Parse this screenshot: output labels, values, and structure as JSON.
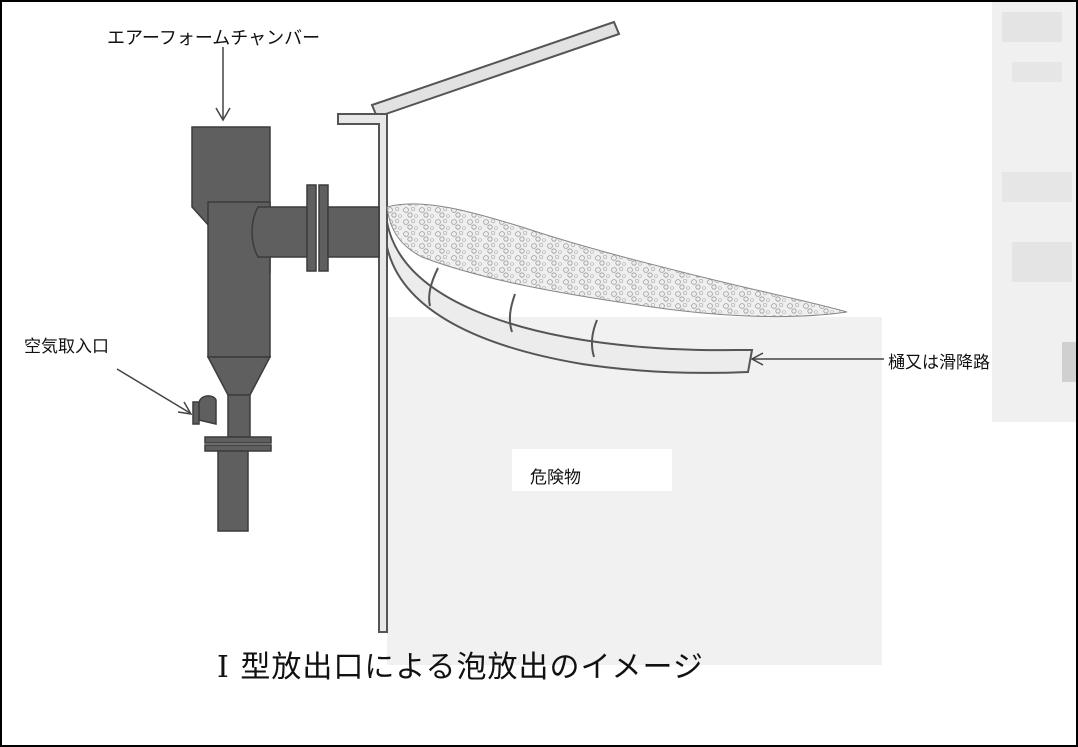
{
  "labels": {
    "chamber": "エアーフォームチャンバー",
    "air_intake": "空気取入口",
    "chute": "樋又は滑降路",
    "hazard": "危険物"
  },
  "caption": "I 型放出口による泡放出のイメージ",
  "colors": {
    "chamber_body": "#5f5f5f",
    "chamber_edge": "#3c3c3c",
    "liquid_fill": "#f1f1f1",
    "foam": "#ededed",
    "chute": "#ececec",
    "line": "#444444"
  }
}
